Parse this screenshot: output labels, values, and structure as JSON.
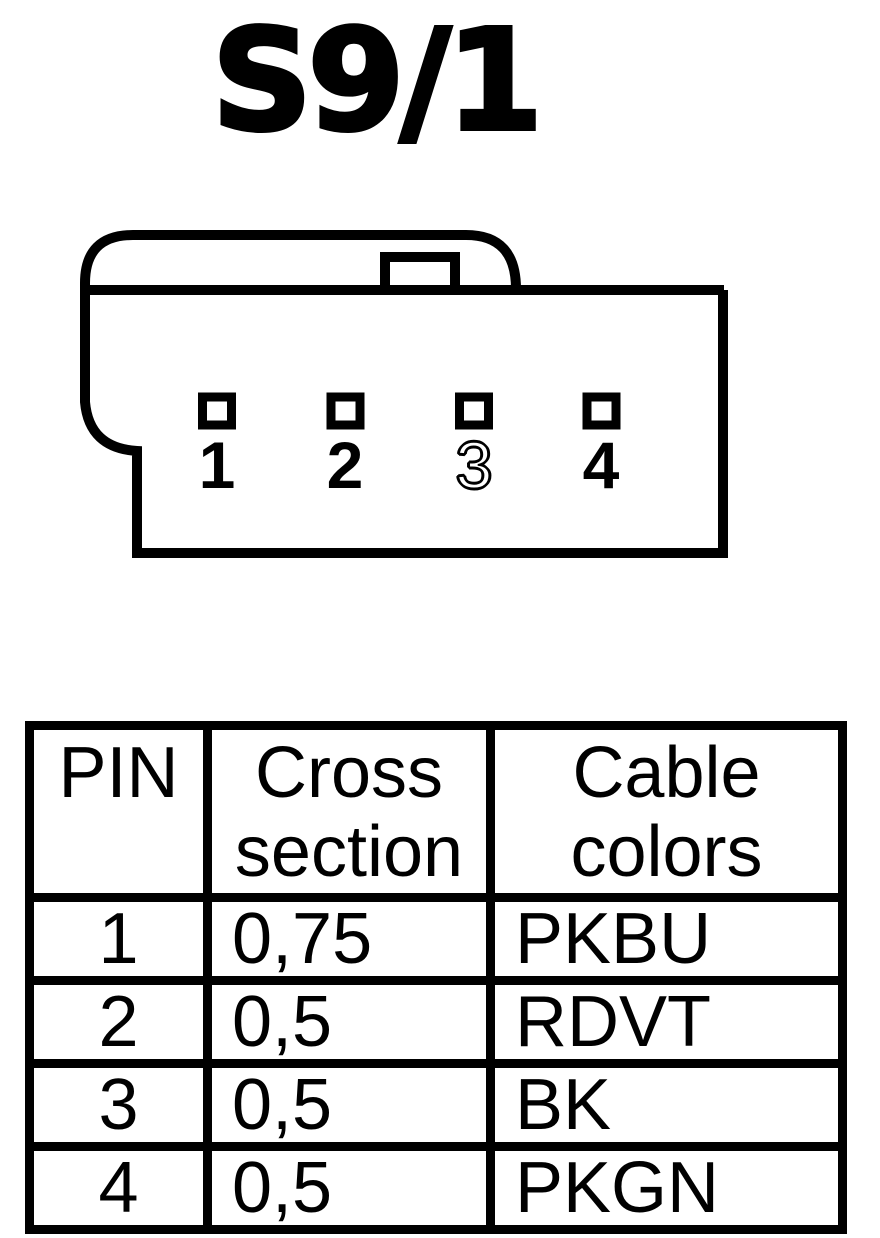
{
  "title": "S9/1",
  "connector": {
    "pins": [
      {
        "label": "1",
        "style": "solid"
      },
      {
        "label": "2",
        "style": "solid"
      },
      {
        "label": "3",
        "style": "outline"
      },
      {
        "label": "4",
        "style": "solid"
      }
    ]
  },
  "table": {
    "headers": {
      "pin": "PIN",
      "cross_section": "Cross section",
      "cable_colors": "Cable colors"
    },
    "rows": [
      {
        "pin": "1",
        "cross_section": "0,75",
        "cable_color": "PKBU"
      },
      {
        "pin": "2",
        "cross_section": "0,5",
        "cable_color": "RDVT"
      },
      {
        "pin": "3",
        "cross_section": "0,5",
        "cable_color": "BK"
      },
      {
        "pin": "4",
        "cross_section": "0,5",
        "cable_color": "PKGN"
      }
    ]
  },
  "colors": {
    "ink": "#000000",
    "background": "#ffffff"
  }
}
